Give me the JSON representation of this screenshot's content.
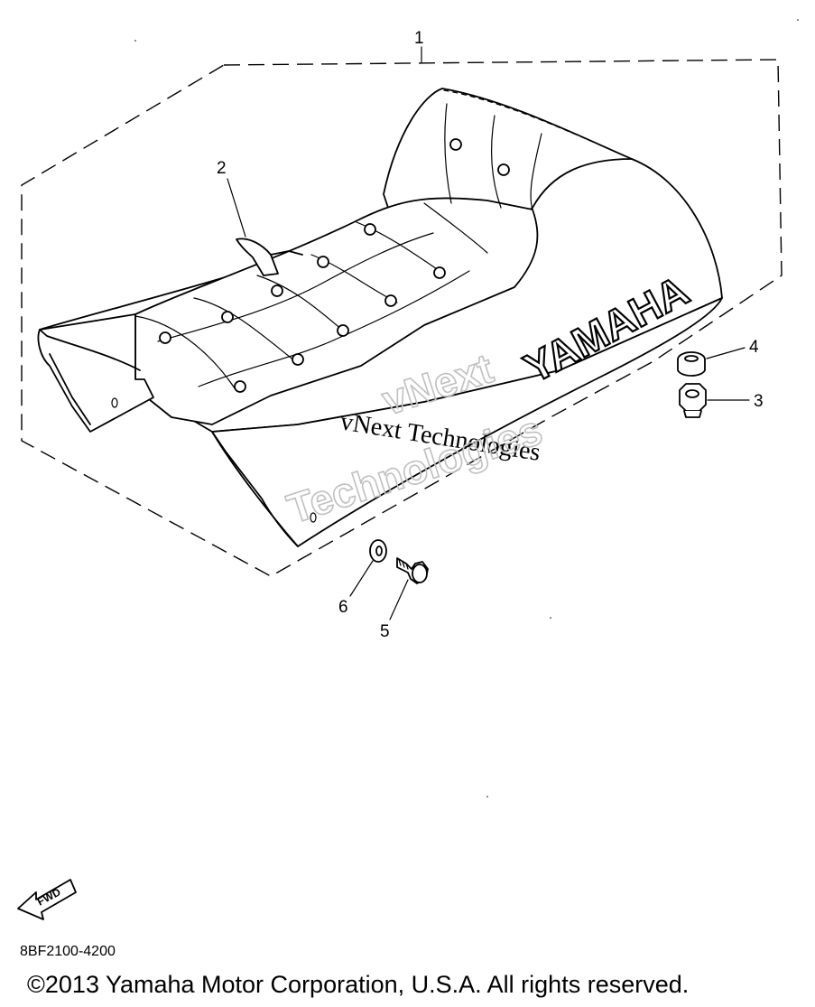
{
  "diagram": {
    "callouts": [
      "1",
      "2",
      "3",
      "4",
      "5",
      "6"
    ],
    "brand_text": "YAMAHA",
    "fwd_label": "FWD",
    "watermark_line": "vNext Technologies",
    "watermark_outline_1": "vNext",
    "watermark_outline_2": "Technologies"
  },
  "footer": {
    "part_code": "8BF2100-4200",
    "copyright": "©2013 Yamaha Motor Corporation, U.S.A. All rights reserved."
  }
}
